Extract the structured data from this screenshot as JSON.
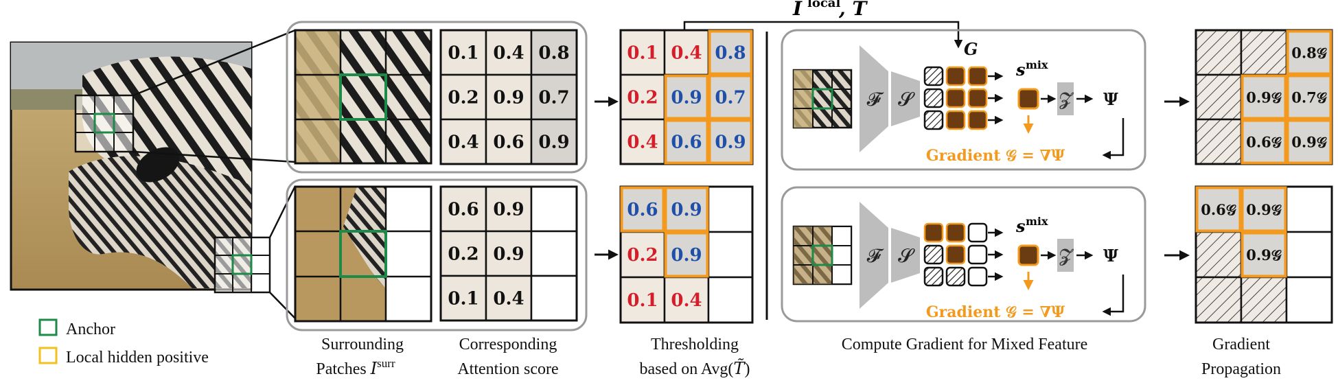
{
  "legend": {
    "anchor": "Anchor",
    "positive": "Local hidden positive"
  },
  "captions": {
    "surr_line1": "Surrounding",
    "surr_line2": "Patches ",
    "surr_sym": "I",
    "surr_sup": "surr",
    "attn_line1": "Corresponding",
    "attn_line2": "Attention score",
    "thr_line1": "Thresholding",
    "thr_line2": "based on Avg(",
    "thr_sym": "T̃",
    "thr_close": ")",
    "mixed": "Compute Gradient for Mixed Feature",
    "prop_line1": "Gradient",
    "prop_line2": "Propagation"
  },
  "top_grid": {
    "scores": [
      "0.1",
      "0.4",
      "0.8",
      "0.2",
      "0.9",
      "0.7",
      "0.4",
      "0.6",
      "0.9"
    ],
    "thresholded": [
      "0.1",
      "0.4",
      "0.8",
      "0.2",
      "0.9",
      "0.7",
      "0.4",
      "0.6",
      "0.9"
    ],
    "propagated": [
      "",
      "",
      "0.8𝒢",
      "",
      "0.9𝒢",
      "0.7𝒢",
      "",
      "0.6𝒢",
      "0.9𝒢"
    ]
  },
  "bottom_grid": {
    "scores": [
      "0.6",
      "0.9",
      "",
      "0.2",
      "0.9",
      "",
      "0.1",
      "0.4",
      ""
    ],
    "thresholded": [
      "0.6",
      "0.9",
      "",
      "0.2",
      "0.9",
      "",
      "0.1",
      "0.4",
      ""
    ],
    "propagated": [
      "0.6𝒢",
      "0.9𝒢",
      "",
      "",
      "0.9𝒢",
      "",
      "",
      "",
      ""
    ]
  },
  "pipeline": {
    "input_label": "I",
    "input_sup": "local",
    "input_t": ", T",
    "g_label": "G",
    "f_symbol": "𝓕",
    "s_symbol": "𝓢",
    "smix": "s",
    "smix_sup": "mix",
    "z_symbol": "𝓩",
    "psi": "Ψ",
    "gradient_text": "Gradient 𝒢 = ∇Ψ"
  },
  "colors": {
    "anchor": "#1e8a4a",
    "positive": "#f39a1e",
    "high_score": "#1f4fa8",
    "low_score": "#d41f2a",
    "panel_border": "#9a9a9a"
  }
}
